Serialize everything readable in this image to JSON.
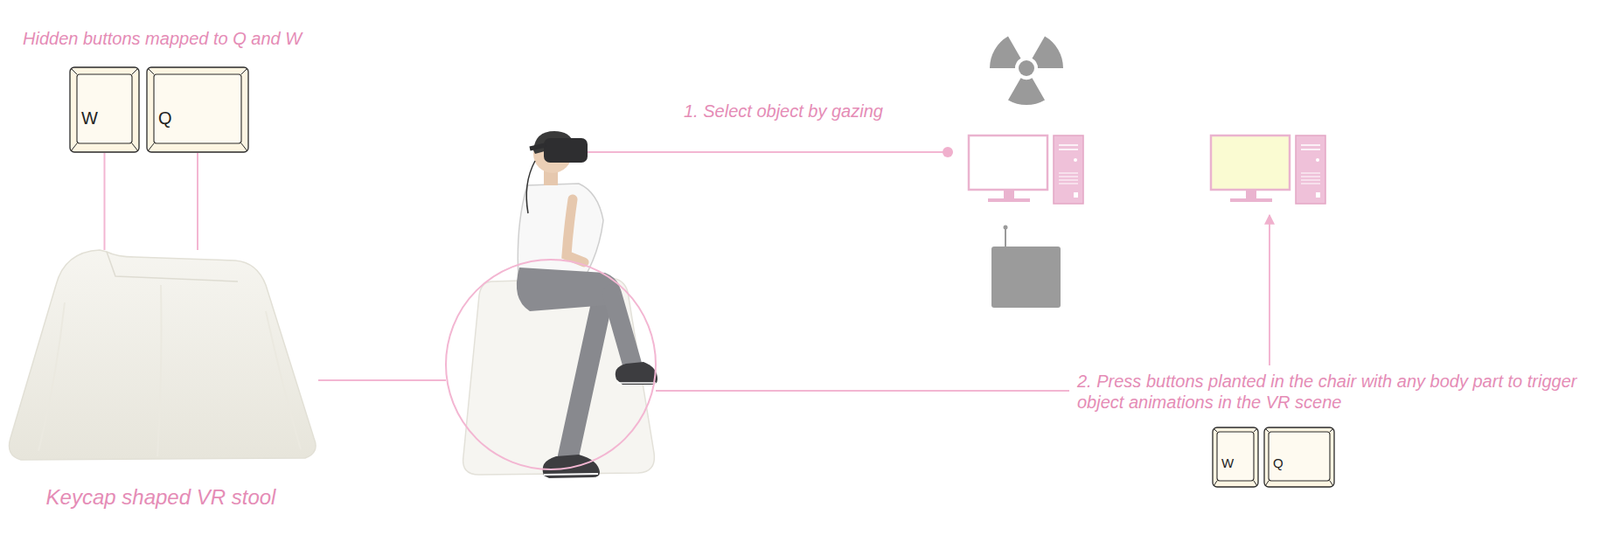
{
  "diagram": {
    "nodes": [
      {
        "text": [
          "W"
        ]
      },
      {
        "text": [
          "Q"
        ]
      },
      {
        "text": [
          "Keycap shaped VR stool"
        ]
      },
      {
        "text": [
          "W"
        ]
      },
      {
        "text": [
          "Q"
        ]
      }
    ],
    "edges": [
      {
        "from": 0,
        "to": 2,
        "arrow": "none"
      },
      {
        "from": 1,
        "to": 2,
        "arrow": "none"
      }
    ],
    "labels": [
      "Hidden buttons mapped to Q and W",
      "1. Select object by gazing",
      "2. Press buttons planted in the chair with any body part to trigger object animations in the VR scene"
    ]
  }
}
